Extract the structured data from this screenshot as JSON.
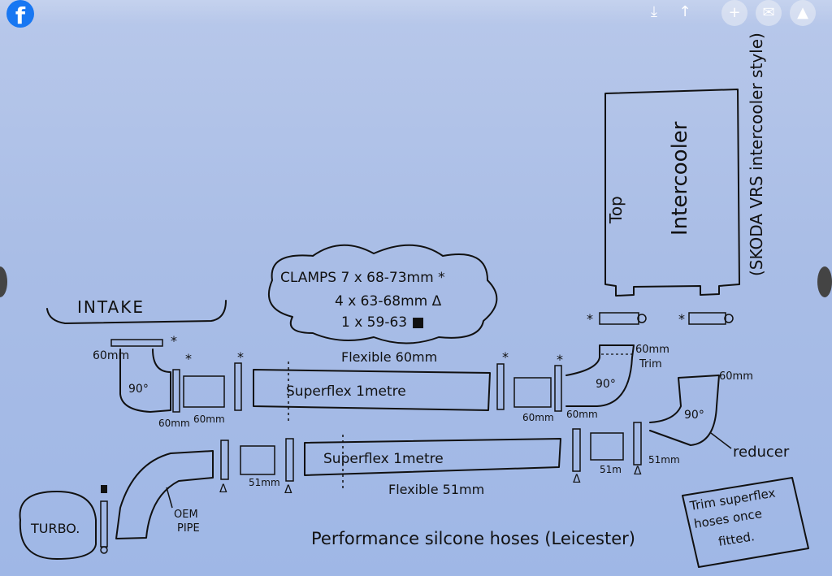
{
  "app": {
    "logo_letter": "f",
    "icons": [
      "download-icon",
      "share-icon",
      "plus-icon",
      "messenger-icon",
      "bell-icon"
    ]
  },
  "diagram": {
    "intake": "INTAKE",
    "intercooler": "Intercooler",
    "top": "Top",
    "skoda": "(SKODA VRS intercooler style)",
    "clamps_line1": "CLAMPS 7 x 68-73mm *",
    "clamps_line2": "4 x 63-68mm Δ",
    "clamps_line3": "1 x 59-63 ■",
    "flexible60": "Flexible 60mm",
    "superflex1": "Superflex 1metre",
    "superflex2": "Superflex 1metre",
    "flexible51": "Flexible 51mm",
    "turbo": "TURBO.",
    "oem": "OEM",
    "pipe": "PIPE",
    "d60mm_intake": "60mm",
    "angle_90_a": "90°",
    "angle_90_b": "90°",
    "angle_90_c": "90°",
    "d60_a": "60mm",
    "d60_b": "60mm",
    "d60_c": "60mm",
    "d60_d": "60mm",
    "d60mm_trim": "60mm",
    "trim": "Trim",
    "d60mm_reducer": "60mm",
    "reducer": "reducer",
    "d51_a": "51mm",
    "d51_b": "51m",
    "d51_c": "51mm",
    "performance": "Performance silcone hoses (Leicester)",
    "trim_note1": "Trim superflex",
    "trim_note2": "hoses once",
    "trim_note3": "fitted.",
    "star": "*",
    "delta": "Δ",
    "square": "■"
  }
}
